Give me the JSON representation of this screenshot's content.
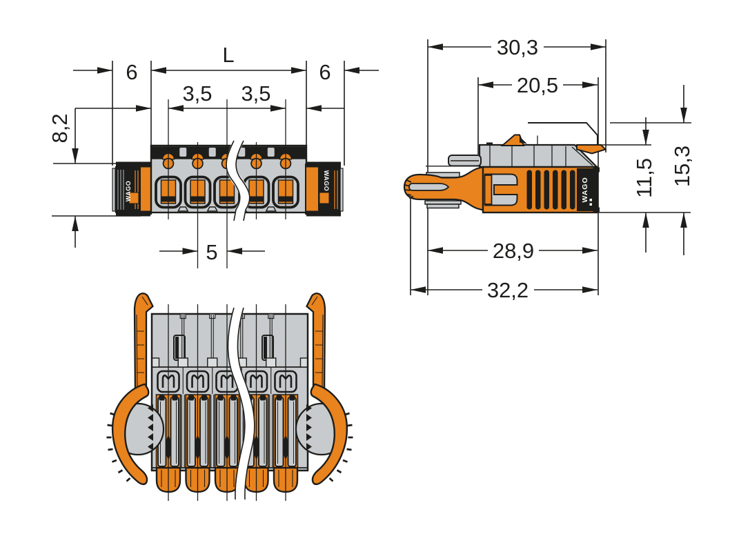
{
  "drawing_type": "connector-dimension-drawing",
  "colors": {
    "orange": "#E9831D",
    "body_gray": "#C8CBCD",
    "light_gray": "#DBDEDF",
    "ink": "#1D1D1B",
    "background": "#FFFFFF"
  },
  "top_view": {
    "dim_L": "L",
    "dim_margin_left": "6",
    "dim_margin_right": "6",
    "dim_pitch_a": "3,5",
    "dim_pitch_b": "3,5",
    "dim_height": "8,2",
    "dim_pin_spacing": "5",
    "brand_left": "WAGO",
    "brand_right": "WAGO"
  },
  "side_view": {
    "dim_overall_width": "30,3",
    "dim_housing_width": "20,5",
    "dim_body_height": "11,5",
    "dim_total_height": "15,3",
    "dim_lever_width": "28,9",
    "dim_total_width": "32,2",
    "brand": "WAGO"
  }
}
